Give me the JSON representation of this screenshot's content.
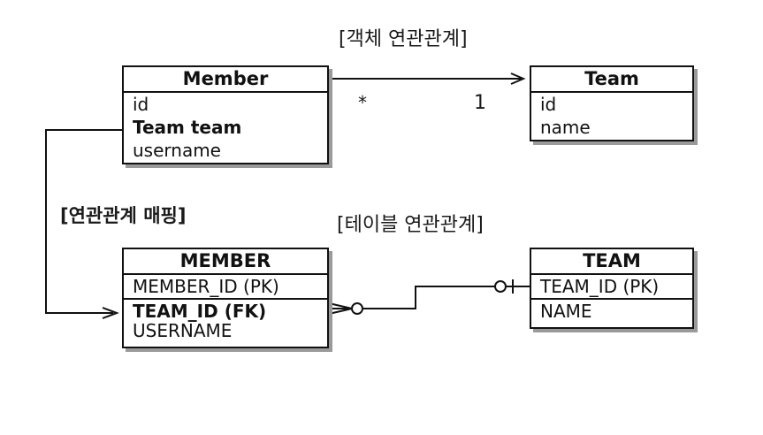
{
  "labels": {
    "object_relation": "[객체 연관관계]",
    "relation_mapping": "[연관관계 매핑]",
    "table_relation": "[테이블 연관관계]",
    "mult_many": "*",
    "mult_one": "1"
  },
  "member_class": {
    "title": "Member",
    "fields": [
      "id",
      "Team team",
      "username"
    ]
  },
  "team_class": {
    "title": "Team",
    "fields": [
      "id",
      "name"
    ]
  },
  "member_table": {
    "title": "MEMBER",
    "pk": "MEMBER_ID (PK)",
    "fk": "TEAM_ID (FK)",
    "col": "USERNAME"
  },
  "team_table": {
    "title": "TEAM",
    "pk": "TEAM_ID (PK)",
    "col": "NAME"
  }
}
